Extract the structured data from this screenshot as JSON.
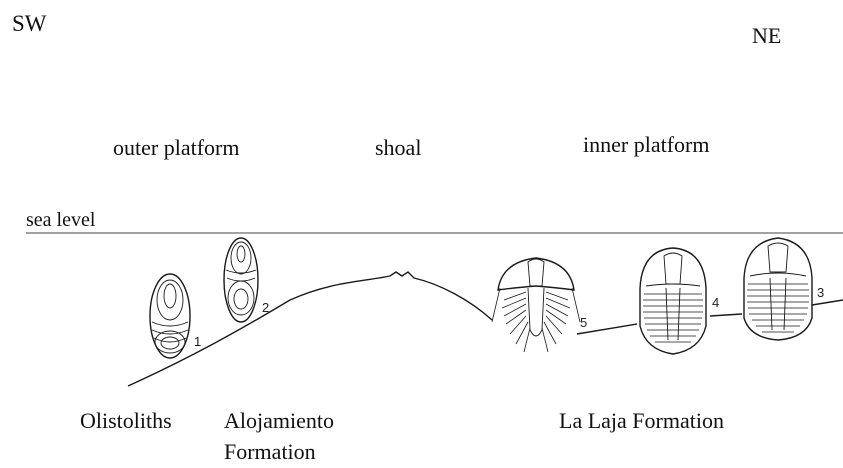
{
  "orientation": {
    "left": "SW",
    "right": "NE"
  },
  "zones": {
    "outer": "outer platform",
    "middle": "shoal",
    "inner": "inner platform"
  },
  "sea_level": "sea level",
  "formations": {
    "olistoliths": "Olistoliths",
    "alojamiento_line1": "Alojamiento",
    "alojamiento_line2": "Formation",
    "la_laja": "La Laja Formation"
  },
  "specimen_numbers": [
    "1",
    "2",
    "3",
    "4",
    "5"
  ]
}
